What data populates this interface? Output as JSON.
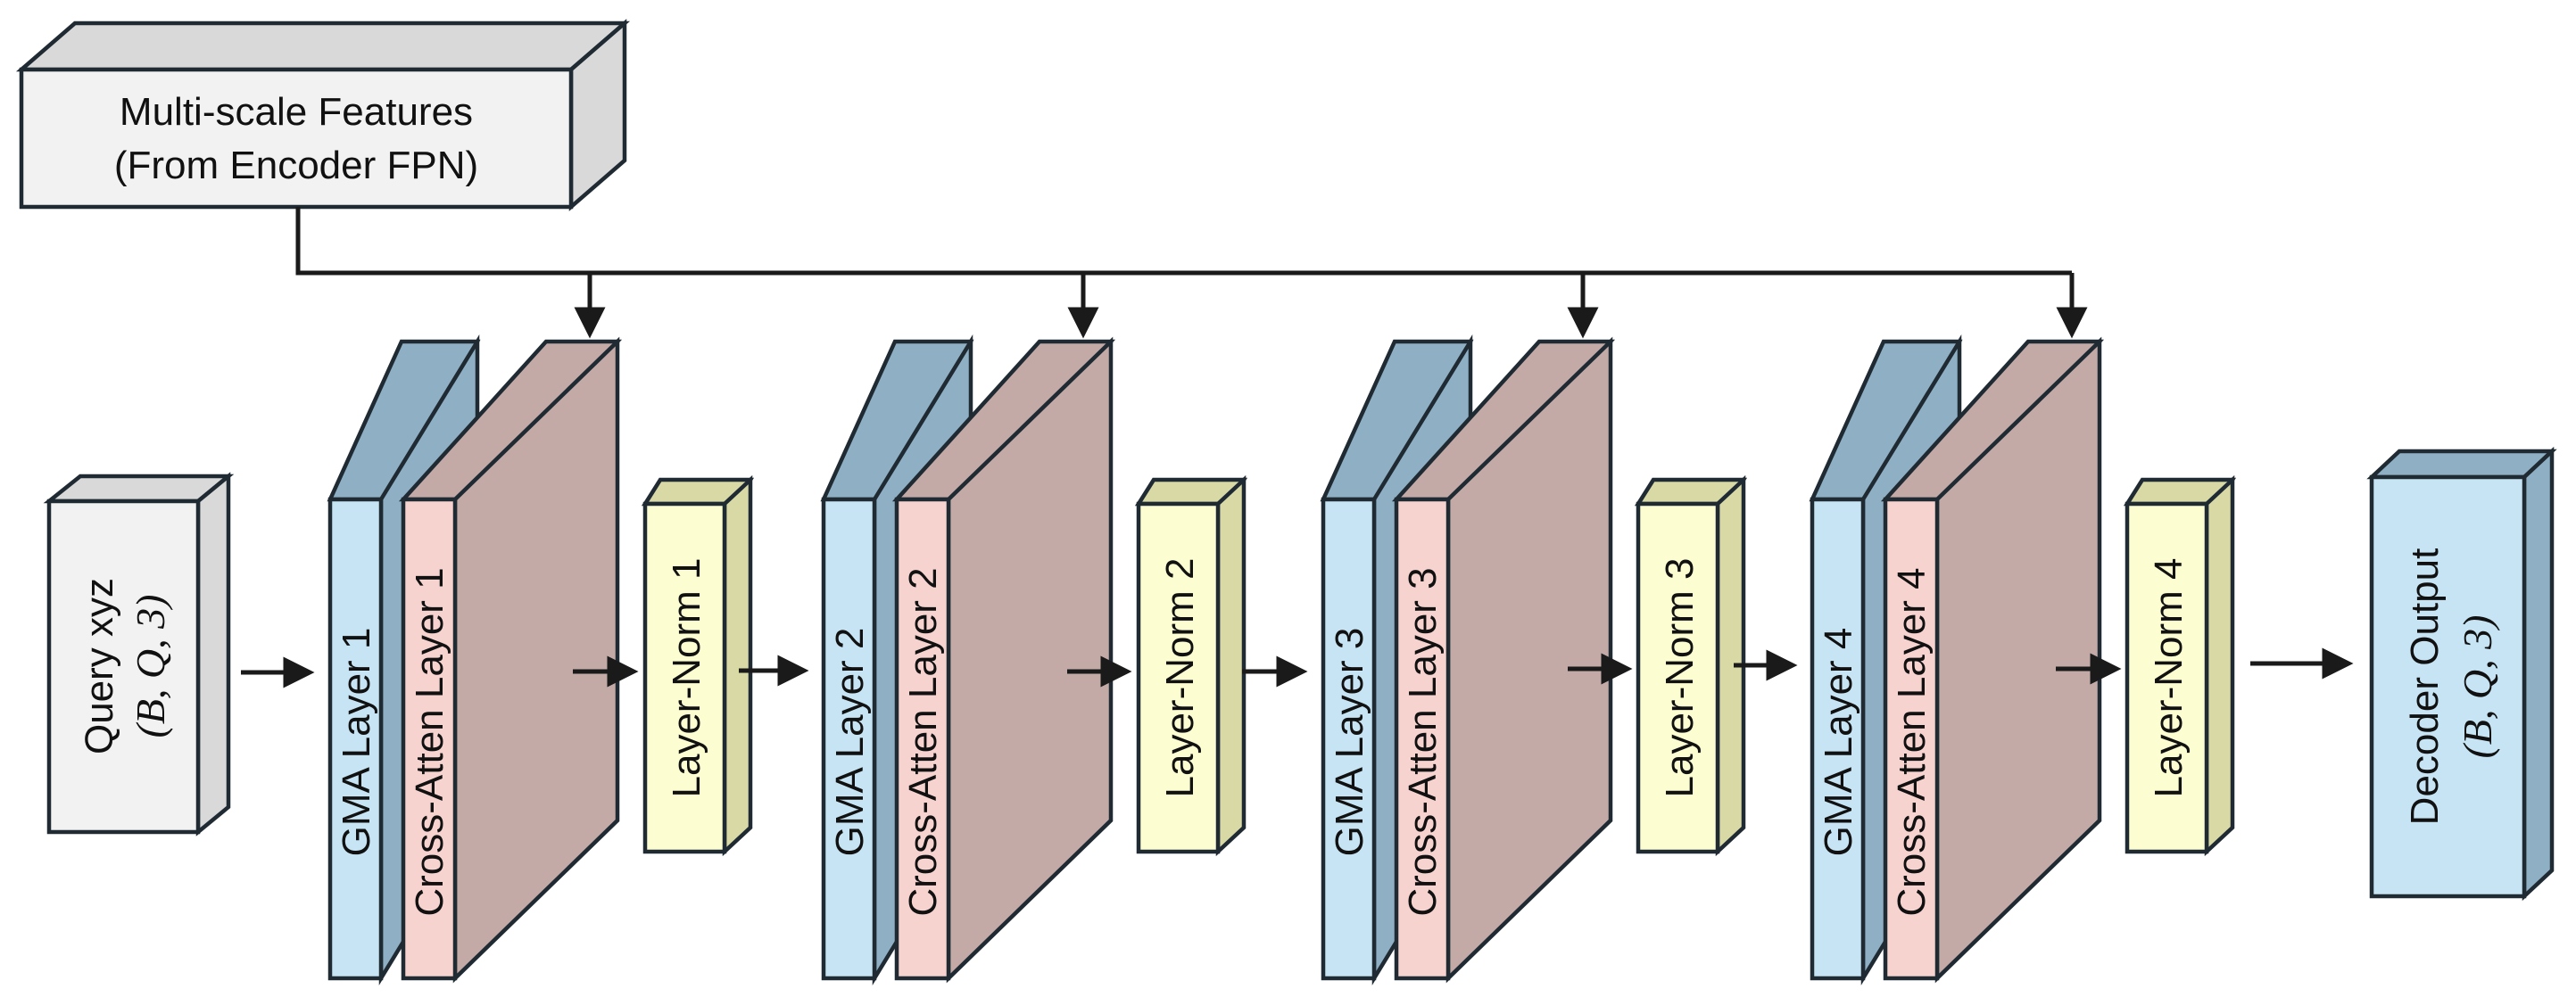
{
  "encoder_block": {
    "line1": "Multi-scale Features",
    "line2": "(From Encoder FPN)"
  },
  "query_block": {
    "line1": "Query xyz",
    "line2": "(B, Q, 3)"
  },
  "stages": [
    {
      "gma": "GMA Layer 1",
      "cross": "Cross-Atten  Layer 1",
      "norm": "Layer-Norm 1"
    },
    {
      "gma": "GMA Layer 2",
      "cross": "Cross-Atten  Layer 2",
      "norm": "Layer-Norm 2"
    },
    {
      "gma": "GMA Layer 3",
      "cross": "Cross-Atten  Layer 3",
      "norm": "Layer-Norm 3"
    },
    {
      "gma": "GMA Layer 4",
      "cross": "Cross-Atten  Layer 4",
      "norm": "Layer-Norm 4"
    }
  ],
  "output_block": {
    "line1": "Decoder Output",
    "line2": "(B, Q, 3)"
  },
  "colors": {
    "gray_front": "#f2f2f2",
    "gray_side": "#d9d9d9",
    "blue_front": "#c6e4f4",
    "blue_side": "#8fb0c4",
    "pink_front": "#f7d3d0",
    "pink_side": "#c3aaa7",
    "yellow_front": "#fdfdd2",
    "yellow_side": "#d9d9a6"
  }
}
